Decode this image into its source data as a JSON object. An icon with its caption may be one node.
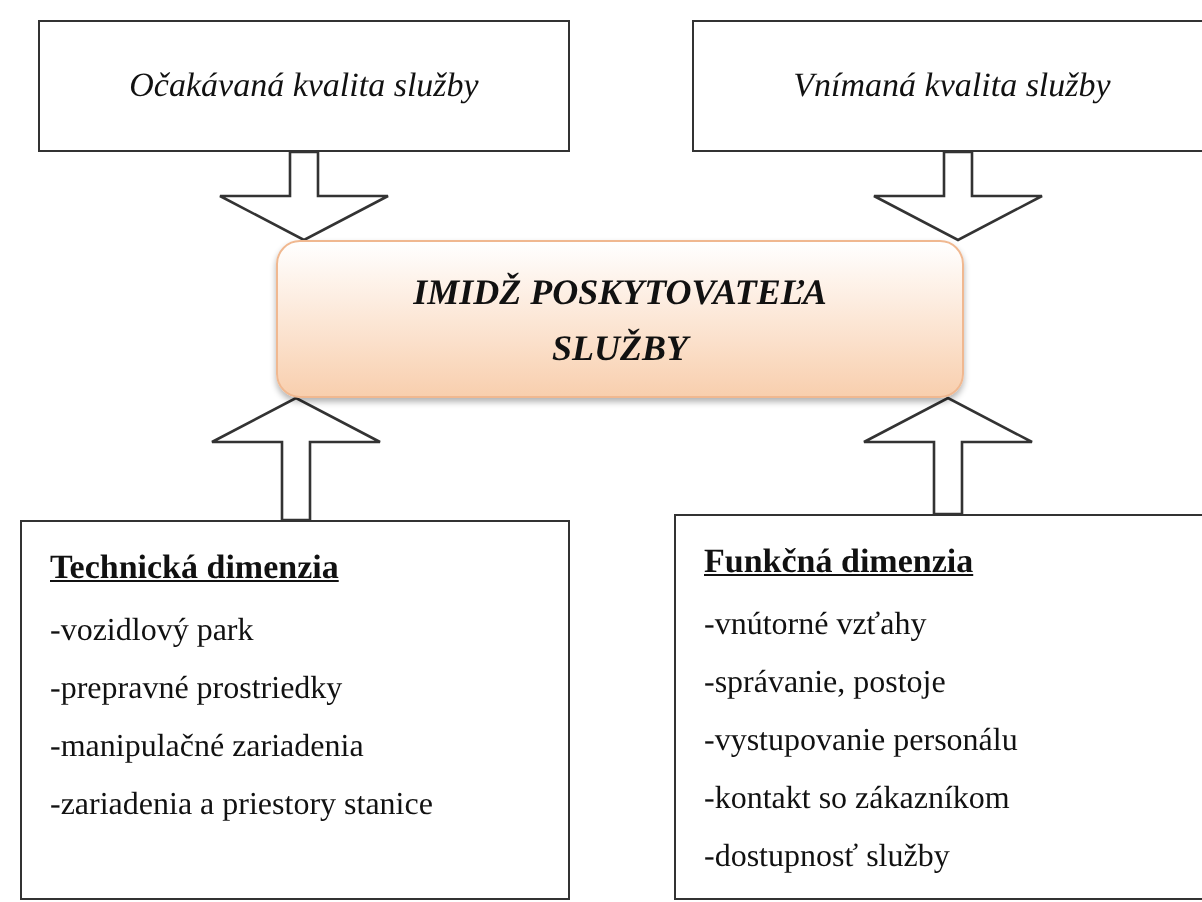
{
  "diagram": {
    "nodes": [
      {
        "text": [
          "Očakávaná kvalita služby"
        ]
      },
      {
        "text": [
          "Vnímaná kvalita služby"
        ]
      },
      {
        "text": [
          "IMIDŽ POSKYTOVATEĽA SLUŽBY"
        ]
      },
      {
        "text": [
          "Technická dimenzia",
          "-vozidlový park",
          "-prepravné prostriedky",
          "-manipulačné zariadenia",
          "-zariadenia a priestory stanice"
        ]
      },
      {
        "text": [
          "Funkčná dimenzia",
          "-vnútorné vzťahy",
          "-správanie, postoje",
          "-vystupovanie personálu",
          "-kontakt so zákazníkom",
          "-dostupnosť služby"
        ]
      }
    ],
    "edges": [
      {
        "from": 0,
        "to": 2,
        "arrow": "to"
      },
      {
        "from": 1,
        "to": 2,
        "arrow": "to"
      },
      {
        "from": 3,
        "to": 2,
        "arrow": "to"
      },
      {
        "from": 4,
        "to": 2,
        "arrow": "to"
      }
    ]
  }
}
